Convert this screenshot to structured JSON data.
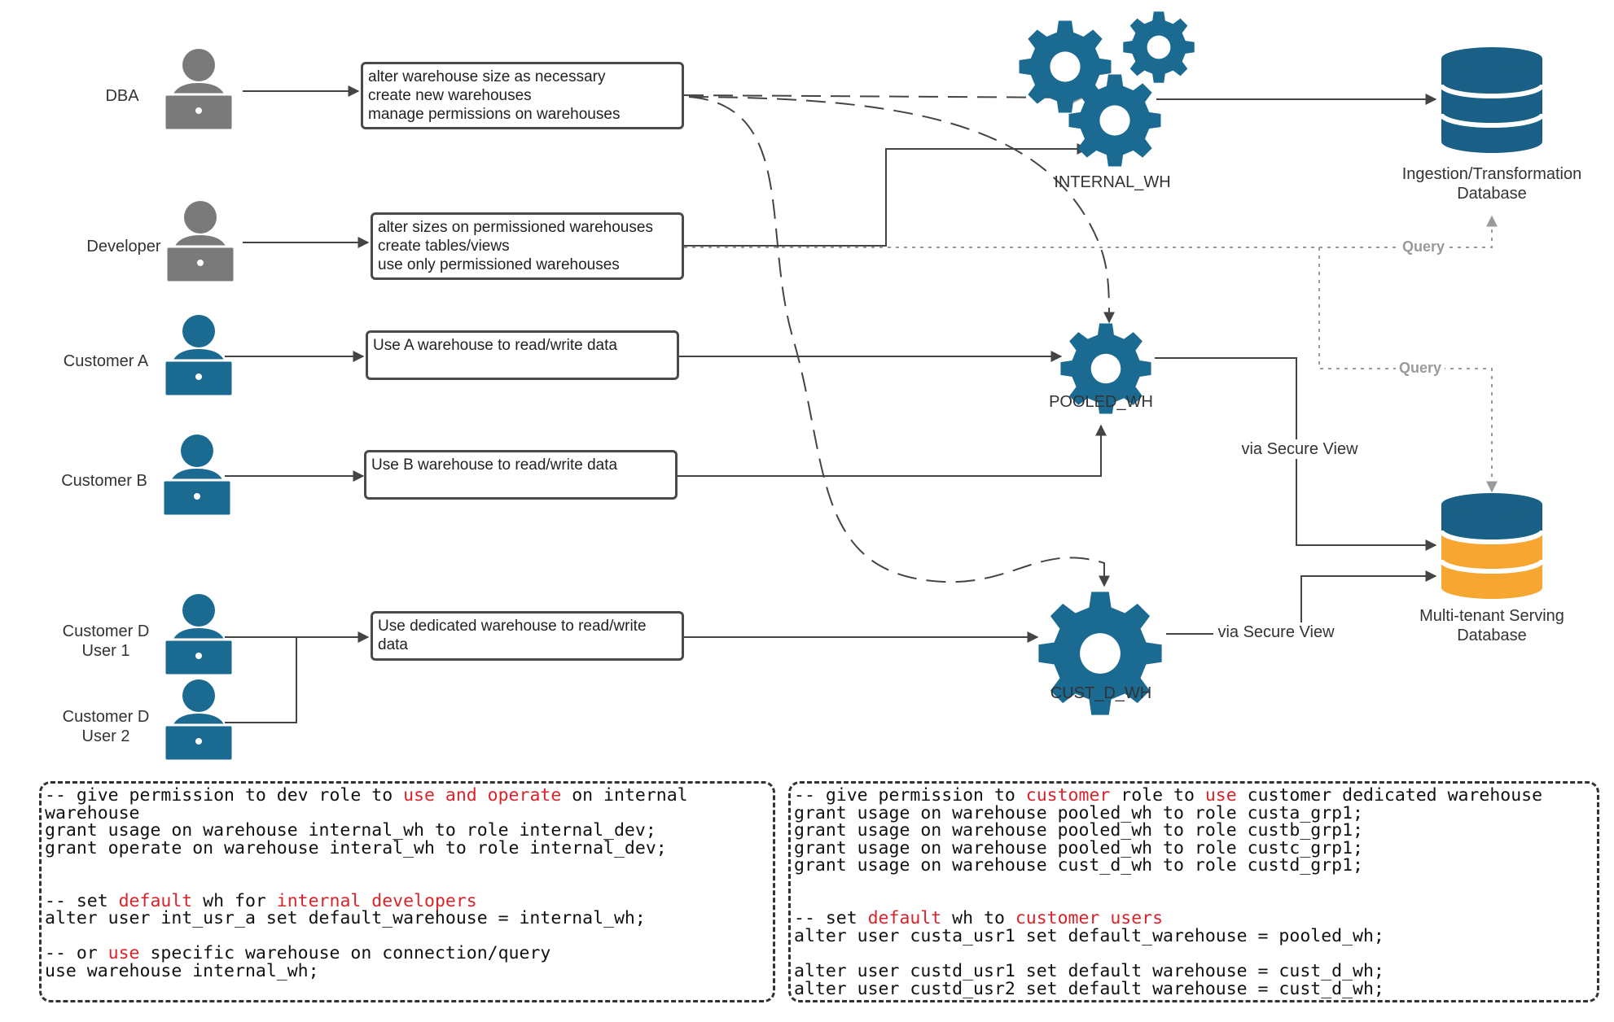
{
  "actors": {
    "dba": "DBA",
    "developer": "Developer",
    "customer_a": "Customer A",
    "customer_b": "Customer B",
    "customer_d_user1_l1": "Customer D",
    "customer_d_user1_l2": "User 1",
    "customer_d_user2_l1": "Customer D",
    "customer_d_user2_l2": "User 2"
  },
  "boxes": {
    "dba": [
      "alter warehouse size as necessary",
      "create new warehouses",
      "manage permissions on warehouses"
    ],
    "developer": [
      "alter sizes on permissioned warehouses",
      "create tables/views",
      "use only permissioned warehouses"
    ],
    "customer_a": [
      "Use A warehouse to read/write data"
    ],
    "customer_b": [
      "Use B warehouse to read/write data"
    ],
    "customer_d": [
      "Use dedicated warehouse to read/write",
      "data"
    ]
  },
  "warehouses": {
    "internal": "INTERNAL_WH",
    "pooled": "POOLED_WH",
    "cust_d": "CUST_D_WH"
  },
  "databases": {
    "ingestion_l1": "Ingestion/Transformation",
    "ingestion_l2": "Database",
    "serving_l1": "Multi-tenant Serving",
    "serving_l2": "Database"
  },
  "edge_labels": {
    "query_top": "Query",
    "query_mid": "Query",
    "secure_view_1": "via Secure View",
    "secure_view_2": "via Secure View"
  },
  "colors": {
    "gear_blue": "#1b6a92",
    "user_blue": "#1b6a92",
    "user_gray": "#7a7a7a",
    "db_navy": "#1a5f85",
    "db_orange": "#f7a632",
    "sql_keyword_red": "#d9232a"
  },
  "code_left": [
    [
      [
        "-- give permission to dev role to ",
        ""
      ],
      [
        "use and operate",
        "red"
      ],
      [
        " on internal",
        ""
      ]
    ],
    [
      [
        "warehouse",
        ""
      ]
    ],
    [
      [
        "grant usage on warehouse internal_wh to role internal_dev;",
        ""
      ]
    ],
    [
      [
        "grant operate on warehouse interal_wh to role internal_dev;",
        ""
      ]
    ],
    [],
    [],
    [
      [
        "-- set ",
        ""
      ],
      [
        "default",
        "red"
      ],
      [
        " wh for ",
        ""
      ],
      [
        "internal developers",
        "red"
      ]
    ],
    [
      [
        "alter user int_usr_a set default_warehouse = internal_wh;",
        ""
      ]
    ],
    [],
    [
      [
        "-- or ",
        ""
      ],
      [
        "use",
        "red"
      ],
      [
        " specific warehouse on connection/query",
        ""
      ]
    ],
    [
      [
        "use warehouse internal_wh;",
        ""
      ]
    ]
  ],
  "code_right": [
    [
      [
        "-- give permission to ",
        ""
      ],
      [
        "customer",
        "red"
      ],
      [
        " role to ",
        ""
      ],
      [
        "use",
        "red"
      ],
      [
        " customer dedicated warehouse",
        ""
      ]
    ],
    [
      [
        "grant usage on warehouse pooled_wh to role custa_grp1;",
        ""
      ]
    ],
    [
      [
        "grant usage on warehouse pooled_wh to role custb_grp1;",
        ""
      ]
    ],
    [
      [
        "grant usage on warehouse pooled_wh to role custc_grp1;",
        ""
      ]
    ],
    [
      [
        "grant usage on warehouse cust_d_wh to role custd_grp1;",
        ""
      ]
    ],
    [],
    [],
    [
      [
        "-- set ",
        ""
      ],
      [
        "default",
        "red"
      ],
      [
        " wh to ",
        ""
      ],
      [
        "customer users",
        "red"
      ]
    ],
    [
      [
        "alter user custa_usr1 set default_warehouse = pooled_wh;",
        ""
      ]
    ],
    [],
    [
      [
        "alter user custd_usr1 set default warehouse = cust_d_wh;",
        ""
      ]
    ],
    [
      [
        "alter user custd_usr2 set default warehouse = cust_d_wh;",
        ""
      ]
    ]
  ]
}
